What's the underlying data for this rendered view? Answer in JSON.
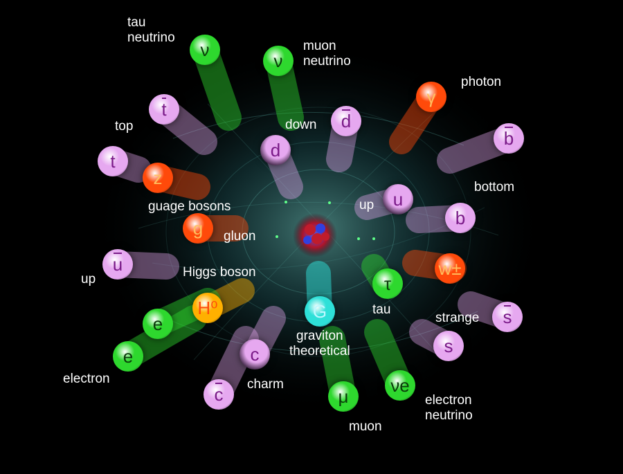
{
  "colors": {
    "quark": "#e6a8f0",
    "quark_dark": "#2a1630",
    "lepton": "#2ed82e",
    "boson": "#ff4a0a",
    "higgs": "#ffb000",
    "graviton": "#2ee0d8",
    "symbol_quark": "#7a1a88",
    "symbol_lepton": "#0a3a0a",
    "symbol_boson": "#ffc060",
    "symbol_graviton": "#bff8ff"
  },
  "particles": [
    {
      "id": "tau-neutrino",
      "symbol": "ν",
      "type": "lepton",
      "bar": false
    },
    {
      "id": "muon-neutrino",
      "symbol": "ν",
      "type": "lepton",
      "bar": false
    },
    {
      "id": "photon",
      "symbol": "γ",
      "type": "boson",
      "bar": false
    },
    {
      "id": "anti-top",
      "symbol": "t",
      "type": "quark",
      "bar": true
    },
    {
      "id": "anti-down",
      "symbol": "d",
      "type": "quark",
      "bar": true
    },
    {
      "id": "anti-bottom",
      "symbol": "b",
      "type": "quark",
      "bar": true
    },
    {
      "id": "top",
      "symbol": "t",
      "type": "quark",
      "bar": false
    },
    {
      "id": "down",
      "symbol": "d",
      "type": "quark_dark",
      "bar": false
    },
    {
      "id": "z-boson",
      "symbol": "z",
      "type": "boson",
      "bar": false
    },
    {
      "id": "up-right",
      "symbol": "u",
      "type": "quark_dark",
      "bar": false
    },
    {
      "id": "bottom",
      "symbol": "b",
      "type": "quark",
      "bar": false
    },
    {
      "id": "gluon",
      "symbol": "g",
      "type": "boson",
      "bar": false
    },
    {
      "id": "w-boson",
      "symbol": "w±",
      "type": "boson",
      "bar": false
    },
    {
      "id": "anti-up",
      "symbol": "u",
      "type": "quark",
      "bar": true
    },
    {
      "id": "tau",
      "symbol": "τ",
      "type": "lepton",
      "bar": false
    },
    {
      "id": "higgs",
      "symbol": "H⁰",
      "type": "higgs",
      "bar": false
    },
    {
      "id": "graviton",
      "symbol": "G",
      "type": "graviton",
      "bar": false
    },
    {
      "id": "electron-upper",
      "symbol": "e",
      "type": "lepton",
      "bar": false
    },
    {
      "id": "anti-strange",
      "symbol": "s",
      "type": "quark",
      "bar": true
    },
    {
      "id": "strange",
      "symbol": "s",
      "type": "quark",
      "bar": false
    },
    {
      "id": "electron",
      "symbol": "e",
      "type": "lepton",
      "bar": false
    },
    {
      "id": "charm",
      "symbol": "c",
      "type": "quark_dark",
      "bar": false
    },
    {
      "id": "anti-charm",
      "symbol": "c",
      "type": "quark",
      "bar": true
    },
    {
      "id": "muon",
      "symbol": "μ",
      "type": "lepton",
      "bar": false
    },
    {
      "id": "electron-neutrino",
      "symbol": "νe",
      "type": "lepton",
      "bar": false
    }
  ],
  "labels": {
    "tau_neutrino": "tau\nneutrino",
    "muon_neutrino": "muon\nneutrino",
    "photon": "photon",
    "top": "top",
    "down": "down",
    "bottom": "bottom",
    "gauge_bosons": "guage bosons",
    "up_right": "up",
    "gluon": "gluon",
    "higgs": "Higgs boson",
    "up_left": "up",
    "tau": "tau",
    "graviton": "graviton\ntheoretical",
    "strange": "strange",
    "electron": "electron",
    "charm": "charm",
    "electron_neutrino": "electron\nneutrino",
    "muon": "muon"
  }
}
